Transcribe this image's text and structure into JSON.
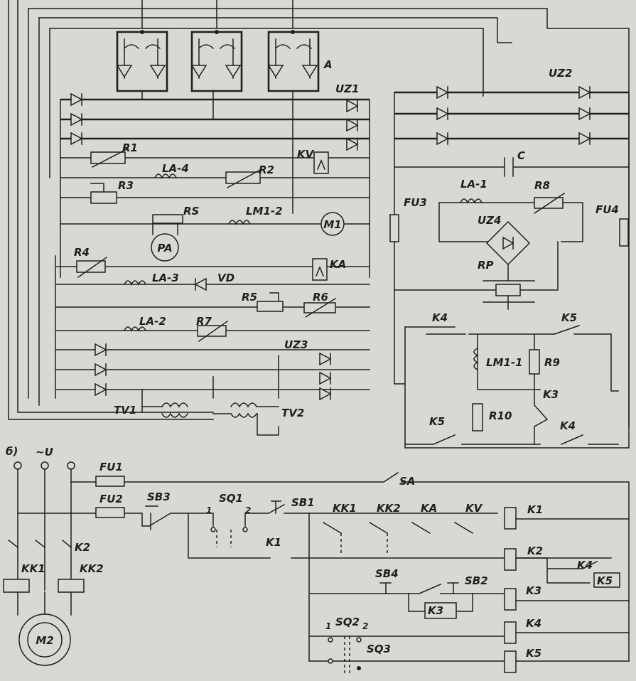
{
  "diagram": {
    "part_b_label": "б)",
    "supply_label": "~U",
    "labels": {
      "A": "A",
      "UZ1": "UZ1",
      "UZ2": "UZ2",
      "UZ3": "UZ3",
      "UZ4": "UZ4",
      "R1": "R1",
      "R2": "R2",
      "R3": "R3",
      "R4": "R4",
      "R5": "R5",
      "R6": "R6",
      "R7": "R7",
      "R8": "R8",
      "R9": "R9",
      "R10": "R10",
      "RS": "RS",
      "LA4": "LA-4",
      "LA3": "LA-3",
      "LA2": "LA-2",
      "LA1": "LA-1",
      "LM12": "LM1-2",
      "LM11": "LM1-1",
      "KV": "KV",
      "KA": "KA",
      "VD": "VD",
      "M1": "M1",
      "M2": "M2",
      "PA": "PA",
      "TV1": "TV1",
      "TV2": "TV2",
      "C": "C",
      "RP": "RP",
      "FU1": "FU1",
      "FU2": "FU2",
      "FU3": "FU3",
      "FU4": "FU4",
      "K1": "K1",
      "K2": "K2",
      "K3": "K3",
      "K4": "K4",
      "K5": "K5",
      "KK1": "KK1",
      "KK2": "KK2",
      "SA": "SA",
      "SB1": "SB1",
      "SB2": "SB2",
      "SB3": "SB3",
      "SB4": "SB4",
      "SQ1": "SQ1",
      "SQ2": "SQ2",
      "SQ3": "SQ3",
      "n1": "1",
      "n2": "2",
      "u": "U"
    }
  }
}
